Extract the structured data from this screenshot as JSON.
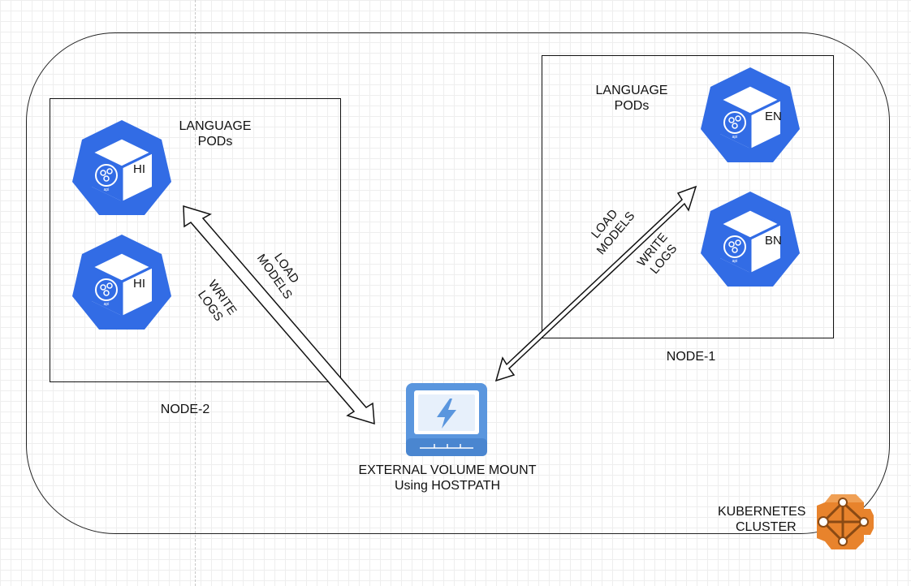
{
  "node2": {
    "name": "NODE-2",
    "pods_title": [
      "LANGUAGE",
      "PODs"
    ],
    "pods": [
      {
        "code": "HI"
      },
      {
        "code": "HI"
      }
    ]
  },
  "node1": {
    "name": "NODE-1",
    "pods_title": [
      "LANGUAGE",
      "PODs"
    ],
    "pods": [
      {
        "code": "EN"
      },
      {
        "code": "BN"
      }
    ]
  },
  "arrows": {
    "left": {
      "upper": [
        "LOAD",
        "MODELS"
      ],
      "lower": [
        "WRITE",
        "LOGS"
      ]
    },
    "right": {
      "upper": [
        "LOAD",
        "MODELS"
      ],
      "lower": [
        "WRITE",
        "LOGS"
      ]
    }
  },
  "volume": {
    "line1": "EXTERNAL VOLUME MOUNT",
    "line2": "Using HOSTPATH"
  },
  "cluster": {
    "line1": "KUBERNETES",
    "line2": "CLUSTER"
  },
  "colors": {
    "pod": "#326CE5",
    "volume": "#5A96DE",
    "cluster_icon": "#E8832C"
  },
  "icons": {
    "pod": "kubernetes-pod-icon",
    "volume": "storage-volume-icon",
    "cluster": "kubernetes-cluster-icon"
  }
}
